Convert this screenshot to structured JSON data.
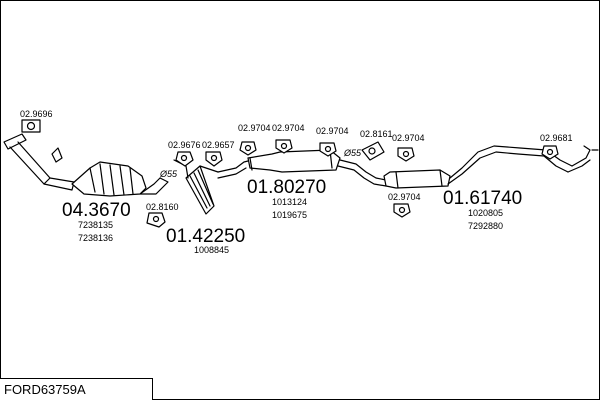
{
  "diagram_title": "FORD63759A",
  "parts": {
    "catalyst": {
      "number": "04.3670",
      "refs": [
        "7238135",
        "7238136"
      ]
    },
    "front_pipe": {
      "number": "01.42250",
      "refs": [
        "1008845"
      ]
    },
    "middle_silencer": {
      "number": "01.80270",
      "refs": [
        "1013124",
        "1019675"
      ]
    },
    "rear_silencer": {
      "number": "01.61740",
      "refs": [
        "1020805",
        "7292880"
      ]
    }
  },
  "accessories": {
    "a1": "02.9696",
    "a2": "02.8160",
    "a3": "02.9676",
    "a4": "02.9657",
    "a5": "02.9704",
    "a6": "02.9704",
    "a7": "02.9704",
    "a8": "02.8161",
    "a9": "02.9704",
    "a10": "02.9704",
    "a11": "02.9681"
  },
  "flanges": {
    "f1": "Ø55",
    "f2": "Ø55"
  }
}
